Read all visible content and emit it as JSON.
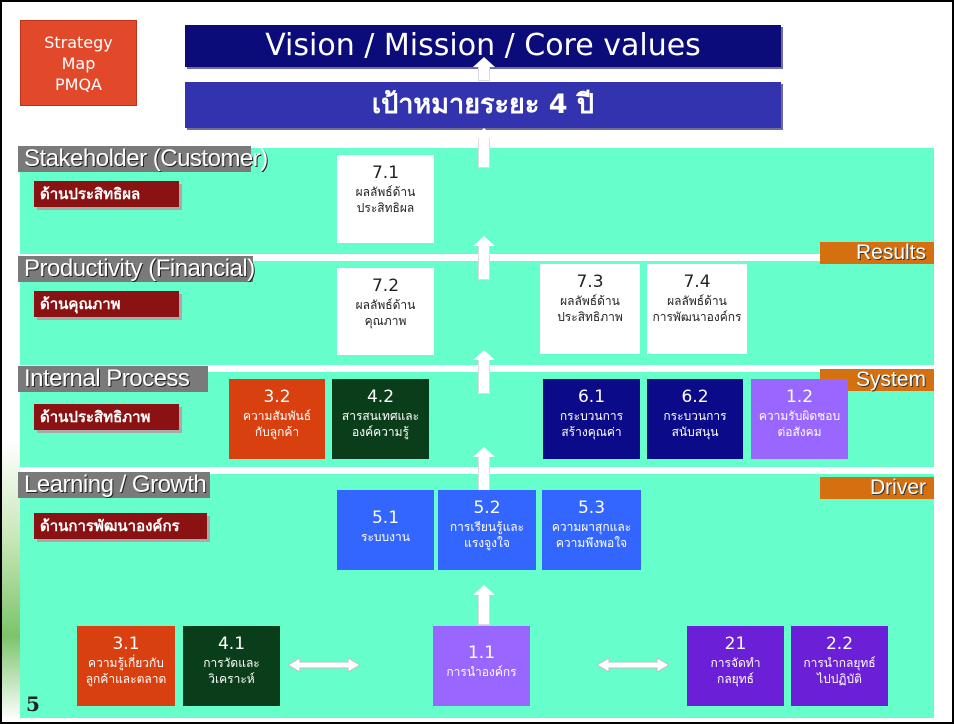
{
  "strategy_map_label": [
    "Strategy",
    "Map",
    "PMQA"
  ],
  "vision_title": "Vision / Mission / Core values",
  "goal_title": "เป้าหมายระยะ  4  ปี",
  "perspectives": [
    {
      "label": "Stakeholder (Customer)",
      "tag": "ด้านประสิทธิผล"
    },
    {
      "label": "Productivity (Financial)",
      "tag": "ด้านคุณภาพ"
    },
    {
      "label": "Internal Process",
      "tag": "ด้านประสิทธิภาพ"
    },
    {
      "label": "Learning / Growth",
      "tag": "ด้านการพัฒนาองค์กร"
    }
  ],
  "right_tags": [
    "Results",
    "System",
    "Driver"
  ],
  "boxes": {
    "b71": {
      "num": "7.1",
      "lines": [
        "ผลลัพธ์ด้าน",
        "ประสิทธิผล"
      ]
    },
    "b72": {
      "num": "7.2",
      "lines": [
        "ผลลัพธ์ด้าน",
        "คุณภาพ"
      ]
    },
    "b73": {
      "num": "7.3",
      "lines": [
        "ผลลัพธ์ด้าน",
        "ประสิทธิภาพ"
      ]
    },
    "b74": {
      "num": "7.4",
      "lines": [
        "ผลลัพธ์ด้าน",
        "การพัฒนาองค์กร"
      ]
    },
    "b32": {
      "num": "3.2",
      "lines": [
        "ความสัมพันธ์",
        "กับลูกค้า"
      ]
    },
    "b42": {
      "num": "4.2",
      "lines": [
        "สารสนเทศและ",
        "องค์ความรู้"
      ]
    },
    "b61": {
      "num": "6.1",
      "lines": [
        "กระบวนการ",
        "สร้างคุณค่า"
      ]
    },
    "b62": {
      "num": "6.2",
      "lines": [
        "กระบวนการ",
        "สนับสนุน"
      ]
    },
    "b12": {
      "num": "1.2",
      "lines": [
        "ความรับผิดชอบ",
        "ต่อสังคม"
      ]
    },
    "b51": {
      "num": "5.1",
      "lines": [
        "ระบบงาน"
      ]
    },
    "b52": {
      "num": "5.2",
      "lines": [
        "การเรียนรู้และ",
        "แรงจูงใจ"
      ]
    },
    "b53": {
      "num": "5.3",
      "lines": [
        "ความผาสุกและ",
        "ความพึงพอใจ"
      ]
    },
    "b31": {
      "num": "3.1",
      "lines": [
        "ความรู้เกี่ยวกับ",
        "ลูกค้าและตลาด"
      ]
    },
    "b41": {
      "num": "4.1",
      "lines": [
        "การวัดและ",
        "วิเคราะห์"
      ]
    },
    "b11": {
      "num": "1.1",
      "lines": [
        "การนำองค์กร"
      ]
    },
    "b21": {
      "num": "21",
      "lines": [
        "การจัดทำ",
        "กลยุทธ์"
      ]
    },
    "b22": {
      "num": "2.2",
      "lines": [
        "การนำกลยุทธ์",
        "ไปปฏิบัติ"
      ]
    }
  },
  "colors": {
    "panel": "#66ffcc",
    "white_box": "#ffffff",
    "red_box": "#d9400f",
    "dark_green_box": "#0a3d1a",
    "navy_box": "#0b0b8a",
    "purple_box": "#9966ff",
    "blue_box": "#3366ff",
    "violet_box": "#6b1fd6",
    "orange_tag": "#d4700f",
    "maroon_tag": "#8b1212"
  },
  "page_number": "5"
}
